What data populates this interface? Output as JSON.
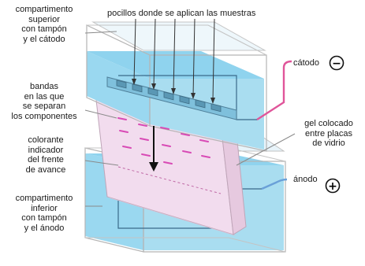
{
  "labels": {
    "top_compartment": "compartimento\nsuperior\ncon tampón\ny el cátodo",
    "wells": "pocillos donde se aplican las muestras",
    "cathode": "cátodo",
    "cathode_symbol": "−",
    "bands": "bandas\nen las que\nse separan\nlos componentes",
    "gel": "gel colocado\nentre placas\nde vidrio",
    "dye_front": "colorante\nindicador\ndel frente\nde avance",
    "anode": "ánodo",
    "anode_symbol": "+",
    "bottom_compartment": "compartimento\ninferior\ncon tampón\ny el ánodo"
  },
  "colors": {
    "buffer": "#a9ddf0",
    "buffer_dark": "#7cc8e6",
    "tank_edge": "#b9b9b9",
    "gel": "#f2dcee",
    "bands": "#d84ab5",
    "cathode_wire": "#e0559a",
    "anode_wire": "#6aa0d8"
  }
}
